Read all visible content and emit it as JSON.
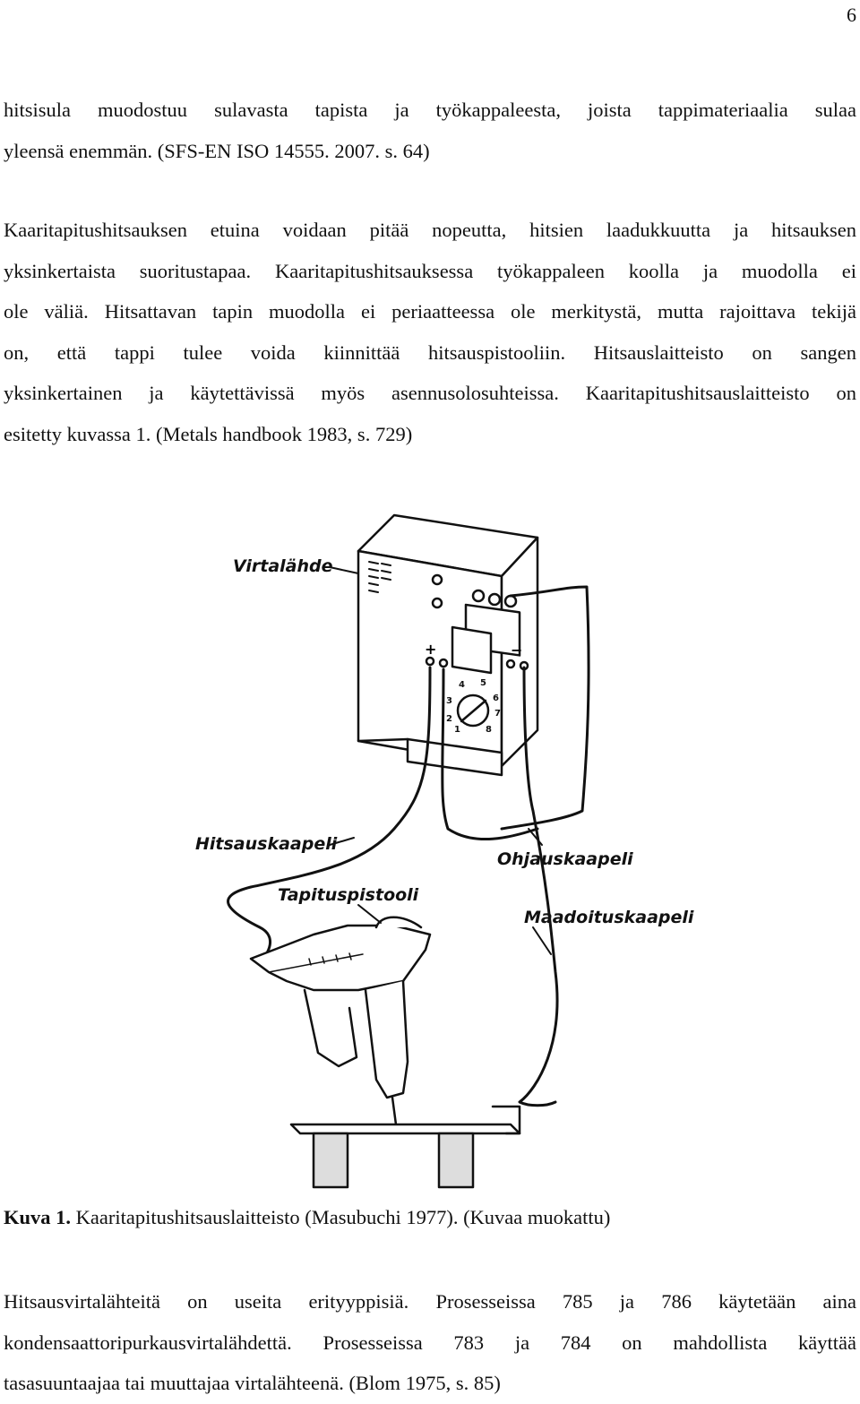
{
  "page_number": "6",
  "paragraphs": {
    "p1": [
      "hitsisula muodostuu sulavasta tapista ja työkappaleesta, joista tappimateriaalia sulaa",
      "yleensä enemmän. (SFS-EN ISO 14555. 2007. s. 64)"
    ],
    "p2": [
      "Kaaritapitushitsauksen etuina voidaan pitää nopeutta, hitsien laadukkuutta ja hitsauksen",
      "yksinkertaista suoritustapaa. Kaaritapitushitsauksessa työkappaleen koolla ja muodolla ei",
      "ole väliä. Hitsattavan tapin muodolla ei periaatteessa ole merkitystä, mutta rajoittava tekijä",
      "on, että tappi tulee voida kiinnittää hitsauspistooliin. Hitsauslaitteisto on sangen",
      "yksinkertainen ja käytettävissä myös asennusolosuhteissa. Kaaritapitushitsauslaitteisto on",
      "esitetty kuvassa 1. (Metals handbook 1983, s. 729)"
    ],
    "p3": [
      "Hitsausvirtalähteitä on useita erityyppisiä. Prosesseissa 785 ja 786 käytetään aina",
      "kondensaattoripurkausvirtalähdettä. Prosesseissa 783 ja 784 on mahdollista käyttää",
      "tasasuuntaajaa tai muuttajaa virtalähteenä. (Blom 1975, s. 85)"
    ]
  },
  "figure": {
    "labels": {
      "virtalahde": "Virtalähde",
      "hitsauskaapeli": "Hitsauskaapeli",
      "ohjauskaapeli": "Ohjauskaapeli",
      "tapituspistooli": "Tapituspistooli",
      "maadoituskaapeli": "Maadoituskaapeli"
    },
    "terminal_plus": "+",
    "terminal_minus": "−",
    "dial_numbers": [
      "1",
      "2",
      "3",
      "4",
      "5",
      "6",
      "7",
      "8"
    ]
  },
  "caption": {
    "label": "Kuva 1.",
    "text": " Kaaritapitushitsauslaitteisto (Masubuchi 1977). (Kuvaa muokattu)"
  }
}
